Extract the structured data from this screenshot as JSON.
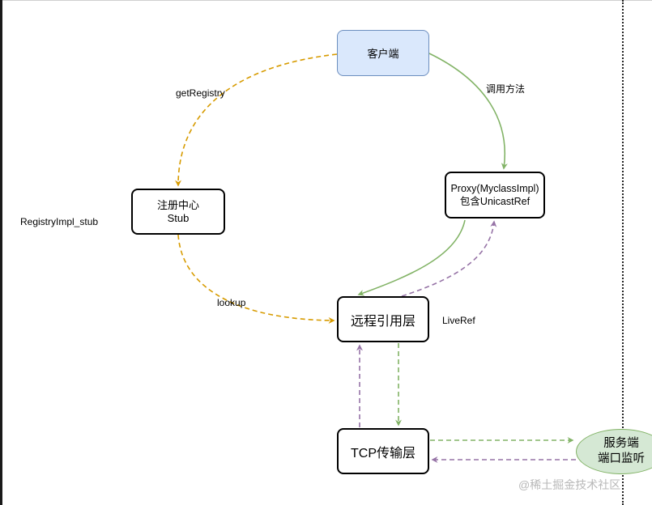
{
  "diagram": {
    "nodes": {
      "client": "客户端",
      "proxy": "Proxy(MyclassImpl)\n包含UnicastRef",
      "registry": "注册中心\nStub",
      "remote_ref": "远程引用层",
      "tcp": "TCP传输层",
      "server": "服务端\n端口监听"
    },
    "edge_labels": {
      "get_registry": "getRegistry",
      "call_method": "调用方法",
      "registry_stub": "RegistryImpl_stub",
      "lookup": "lookup",
      "live_ref": "LiveRef"
    },
    "colors": {
      "orange": "#d79b00",
      "green": "#82b366",
      "purple": "#9673a6",
      "client_fill": "#dae8fc",
      "client_stroke": "#6c8ebf",
      "server_fill": "#d5e8d4"
    }
  },
  "watermark": "@稀土掘金技术社区"
}
